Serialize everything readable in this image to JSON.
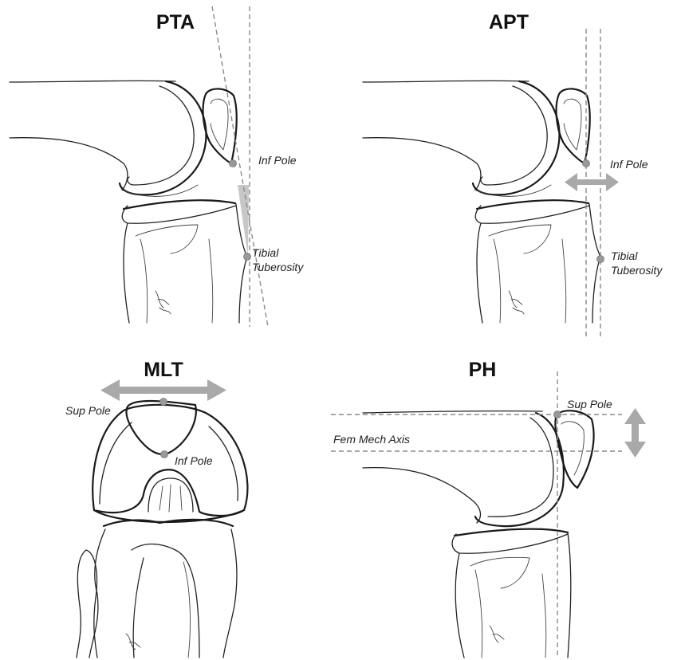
{
  "panels": {
    "pta": {
      "title": "PTA",
      "label_inf_pole": "Inf Pole",
      "label_tibial_1": "Tibial",
      "label_tibial_2": "Tuberosity"
    },
    "apt": {
      "title": "APT",
      "label_inf_pole": "Inf Pole",
      "label_tibial_1": "Tibial",
      "label_tibial_2": "Tuberosity"
    },
    "mlt": {
      "title": "MLT",
      "label_sup_pole": "Sup Pole",
      "label_inf_pole": "Inf Pole"
    },
    "ph": {
      "title": "PH",
      "label_sup_pole": "Sup Pole",
      "label_fem_axis": "Fem Mech Axis"
    }
  },
  "colors": {
    "arrow": "#a9a9a9",
    "landmark": "#999999",
    "angle_fill": "#bdbdbd",
    "guide": "#8a8a8a"
  }
}
